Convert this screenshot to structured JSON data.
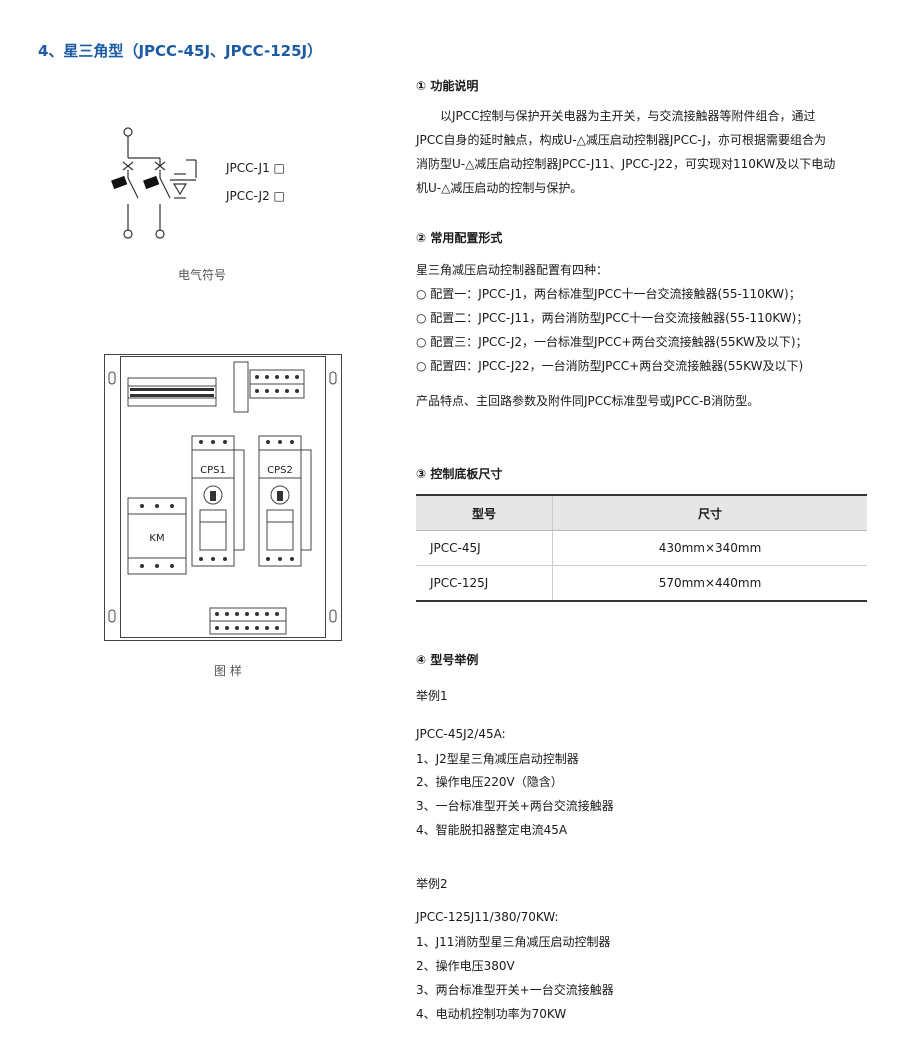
{
  "title": "4、星三角型（JPCC-45J、JPCC-125J）",
  "symbol": {
    "labels": [
      "JPCC-J1 □",
      "JPCC-J2 □"
    ],
    "caption": "电气符号"
  },
  "sample": {
    "caption": "图  样",
    "cps1": "CPS1",
    "cps2": "CPS2",
    "km": "KM"
  },
  "s1": {
    "heading": "① 功能说明",
    "lines": [
      "　　以JPCC控制与保护开关电器为主开关，与交流接触器等附件组合，通过",
      "JPCC自身的延时触点，构成U-△减压启动控制器JPCC-J，亦可根据需要组合为",
      "消防型U-△减压启动控制器JPCC-J11、JPCC-J22，可实现对110KW及以下电动",
      "机U-△减压启动的控制与保护。"
    ]
  },
  "s2": {
    "heading": "② 常用配置形式",
    "intro": "星三角减压启动控制器配置有四种：",
    "items": [
      "○ 配置一：JPCC-J1，两台标准型JPCC十一台交流接触器(55-110KW)；",
      "○ 配置二：JPCC-J11，两台消防型JPCC十一台交流接触器(55-110KW)；",
      "○ 配置三：JPCC-J2，一台标准型JPCC+两台交流接触器(55KW及以下)；",
      "○ 配置四：JPCC-J22，一台消防型JPCC+两台交流接触器(55KW及以下)"
    ],
    "note": "产品特点、主回路参数及附件同JPCC标准型号或JPCC-B消防型。"
  },
  "s3": {
    "heading": "③ 控制底板尺寸",
    "headers": [
      "型号",
      "尺寸"
    ],
    "rows": [
      [
        "JPCC-45J",
        "430mm×340mm"
      ],
      [
        "JPCC-125J",
        "570mm×440mm"
      ]
    ]
  },
  "s4": {
    "heading": "④ 型号举例",
    "ex1": {
      "title": "举例1",
      "code": "JPCC-45J2/45A:",
      "items": [
        "1、J2型星三角减压启动控制器",
        "2、操作电压220V（隐含）",
        "3、一台标准型开关+两台交流接触器",
        "4、智能脱扣器整定电流45A"
      ]
    },
    "ex2": {
      "title": "举例2",
      "code": "JPCC-125J11/380/70KW:",
      "items": [
        "1、J11消防型星三角减压启动控制器",
        "2、操作电压380V",
        "3、两台标准型开关+一台交流接触器",
        "4、电动机控制功率为70KW"
      ]
    }
  }
}
